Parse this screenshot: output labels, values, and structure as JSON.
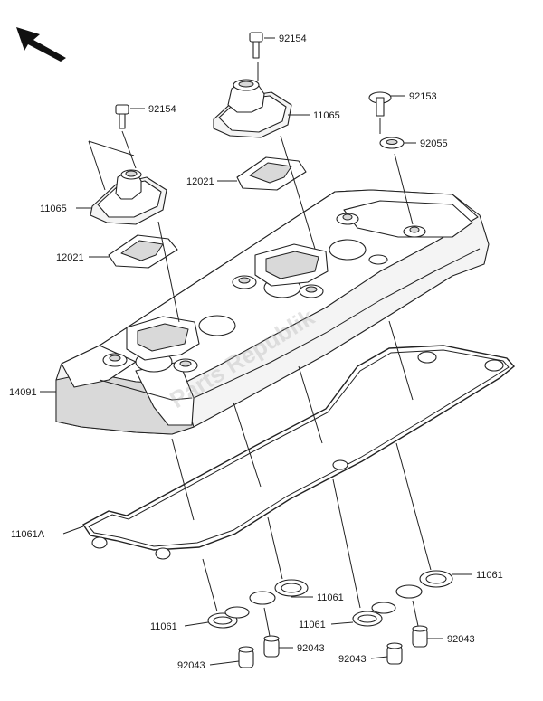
{
  "labels": {
    "p92154_top": "92154",
    "p11065_top": "11065",
    "p92153": "92153",
    "p92055": "92055",
    "p92154_left": "92154",
    "p12021_right": "12021",
    "p11065_left": "11065",
    "p12021_left": "12021",
    "p14091": "14091",
    "p11061A": "11061A",
    "p11061_right": "11061",
    "p11061_mid": "11061",
    "p11061_left": "11061",
    "p11061_center": "11061",
    "p92043_left": "92043",
    "p92043_mid": "92043",
    "p92043_center": "92043",
    "p92043_right": "92043"
  },
  "watermark": "Parts Republik",
  "icons": {
    "direction": "front-direction-arrow-icon"
  }
}
